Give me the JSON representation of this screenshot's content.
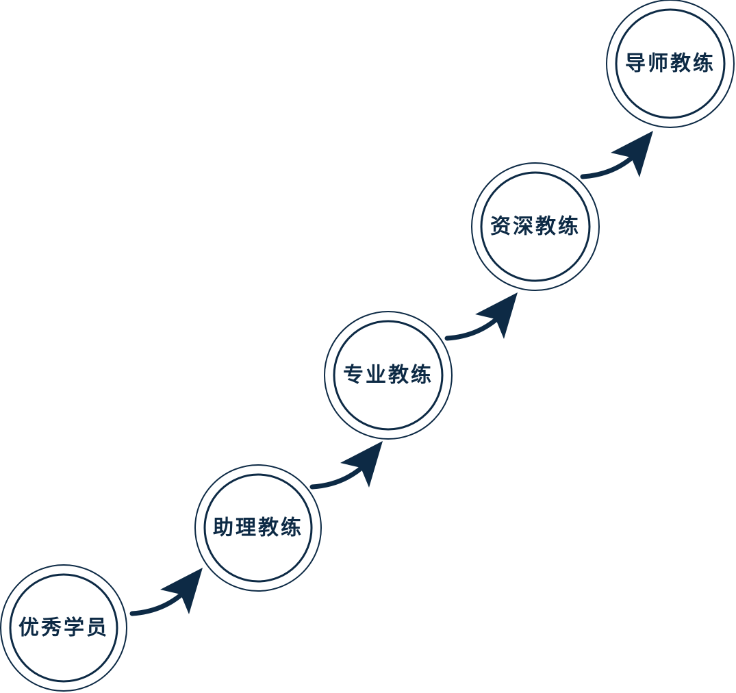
{
  "colors": {
    "primary": "#0d2a45",
    "background": "#ffffff"
  },
  "steps": [
    {
      "label": "优秀学员"
    },
    {
      "label": "助理教练"
    },
    {
      "label": "专业教练"
    },
    {
      "label": "资深教练"
    },
    {
      "label": "导师教练"
    }
  ]
}
